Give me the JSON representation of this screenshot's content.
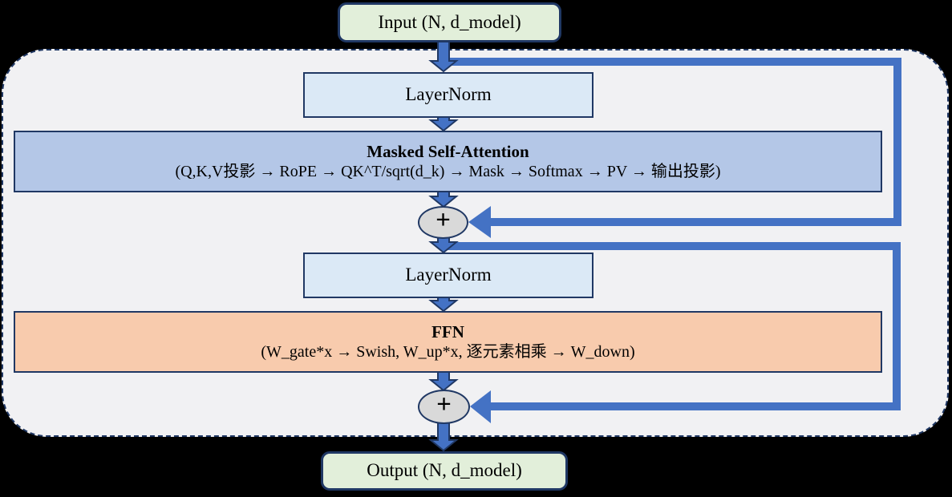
{
  "diagram": {
    "nodes": {
      "input": {
        "label": "Input (N, d_model)"
      },
      "layernorm1": {
        "label": "LayerNorm"
      },
      "attention": {
        "title": "Masked Self-Attention",
        "detail": "(Q,K,V投影 → RoPE → QK^T/sqrt(d_k) → Mask → Softmax → PV → 输出投影)"
      },
      "add1": {
        "label": "+"
      },
      "layernorm2": {
        "label": "LayerNorm"
      },
      "ffn": {
        "title": "FFN",
        "detail": "(W_gate*x → Swish, W_up*x, 逐元素相乘 → W_down)"
      },
      "add2": {
        "label": "+"
      },
      "output": {
        "label": "Output (N, d_model)"
      }
    },
    "colors": {
      "page_background": "#000000",
      "container_fill": "#f1f1f3",
      "container_border": "#203864",
      "io_fill": "#e2efda",
      "layernorm_fill": "#dbe9f6",
      "attention_fill": "#b4c7e7",
      "ffn_fill": "#f8cbad",
      "add_circle_fill": "#d9d9d9",
      "arrow_fill": "#4472c4",
      "arrow_outline": "#203864",
      "text": "#000000"
    }
  }
}
